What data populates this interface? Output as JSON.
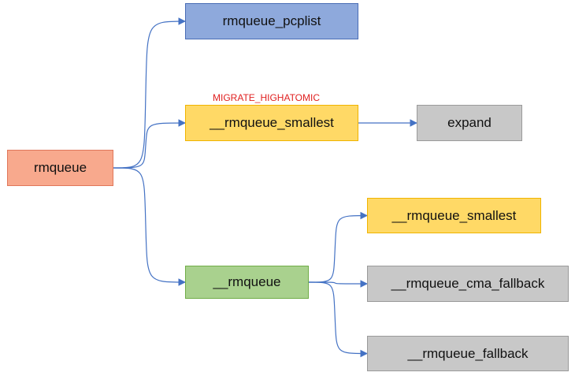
{
  "diagram": {
    "nodes": [
      {
        "id": "rmqueue",
        "label": "rmqueue",
        "fill": "#f8a98d",
        "stroke": "#e0775a"
      },
      {
        "id": "pcplist",
        "label": "rmqueue_pcplist",
        "fill": "#8ea9dc",
        "stroke": "#4a6db5"
      },
      {
        "id": "smallest_top",
        "label": "__rmqueue_smallest",
        "fill": "#ffd966",
        "stroke": "#f0b400"
      },
      {
        "id": "expand",
        "label": "expand",
        "fill": "#c8c8c8",
        "stroke": "#9a9a9a"
      },
      {
        "id": "rmqueue_inner",
        "label": "__rmqueue",
        "fill": "#a9d18e",
        "stroke": "#70ad47"
      },
      {
        "id": "smallest_low",
        "label": "__rmqueue_smallest",
        "fill": "#ffd966",
        "stroke": "#f0b400"
      },
      {
        "id": "cma_fallback",
        "label": "__rmqueue_cma_fallback",
        "fill": "#c8c8c8",
        "stroke": "#9a9a9a"
      },
      {
        "id": "fallback",
        "label": "__rmqueue_fallback",
        "fill": "#c8c8c8",
        "stroke": "#9a9a9a"
      }
    ],
    "edges": [
      {
        "from": "rmqueue",
        "to": "pcplist"
      },
      {
        "from": "rmqueue",
        "to": "smallest_top"
      },
      {
        "from": "rmqueue",
        "to": "rmqueue_inner"
      },
      {
        "from": "smallest_top",
        "to": "expand"
      },
      {
        "from": "rmqueue_inner",
        "to": "smallest_low"
      },
      {
        "from": "rmqueue_inner",
        "to": "cma_fallback"
      },
      {
        "from": "rmqueue_inner",
        "to": "fallback"
      }
    ],
    "annotation": {
      "text": "MIGRATE_HIGHATOMIC",
      "color": "#e02020"
    },
    "edge_color": "#4472c4"
  }
}
